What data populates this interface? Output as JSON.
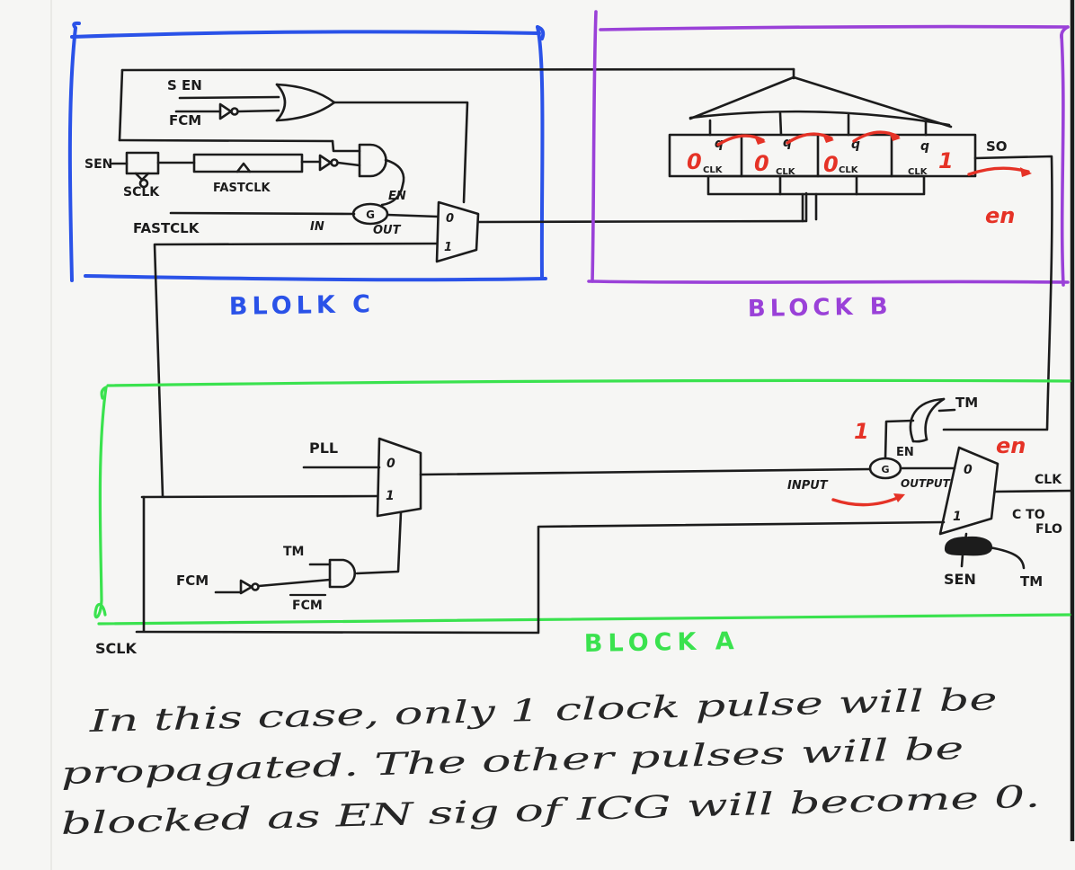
{
  "colors": {
    "ink": "#1c1c1c",
    "annotation": "#e53226",
    "block_c": "#2a52e8",
    "block_b": "#9a41d8",
    "block_a": "#3ae24e",
    "paper": "#f6f6f4"
  },
  "block_c": {
    "label": "BLOLK C",
    "or_input_top": "S EN",
    "or_input_bottom": "FCM",
    "sen": "SEN",
    "sclk": "SCLK",
    "sync_reg_clock": "FASTCLK",
    "fastclk": "FASTCLK",
    "icg_enable": "EN",
    "icg_gate": "G",
    "icg_in": "IN",
    "icg_out": "OUT",
    "mux_in0": "0",
    "mux_in1": "1"
  },
  "block_b": {
    "label": "BLOCK B",
    "ff": [
      {
        "q": "q",
        "clk": "CLK",
        "value": "0"
      },
      {
        "q": "q",
        "clk": "CLK",
        "value": "0"
      },
      {
        "q": "q",
        "clk": "CLK",
        "value": "0"
      },
      {
        "q": "q",
        "clk": "CLK",
        "value": "1"
      }
    ],
    "scan_out": "SO",
    "enable_annotation": "en"
  },
  "block_a": {
    "label": "BLOCK A",
    "pll": "PLL",
    "mux1_in0": "0",
    "mux1_in1": "1",
    "and_tm": "TM",
    "fcm": "FCM",
    "fcm_bar": "FCM",
    "sclk": "SCLK",
    "or_tm": "TM",
    "enable_value": "1",
    "icg_enable": "EN",
    "icg_gate": "G",
    "icg_input": "INPUT",
    "icg_output": "OUTPUT",
    "enable_annotation": "en",
    "mux2_in0": "0",
    "mux2_in1": "1",
    "clk_out": "CLK",
    "clk_out_line2": "C TO",
    "clk_out_line3": "FLO",
    "sen": "SEN",
    "mux_tm": "TM"
  },
  "note": {
    "lines": [
      "In this case, only 1 clock pulse will be",
      "propagated. The other pulses will be",
      "blocked as EN sig of ICG will become 0."
    ]
  }
}
